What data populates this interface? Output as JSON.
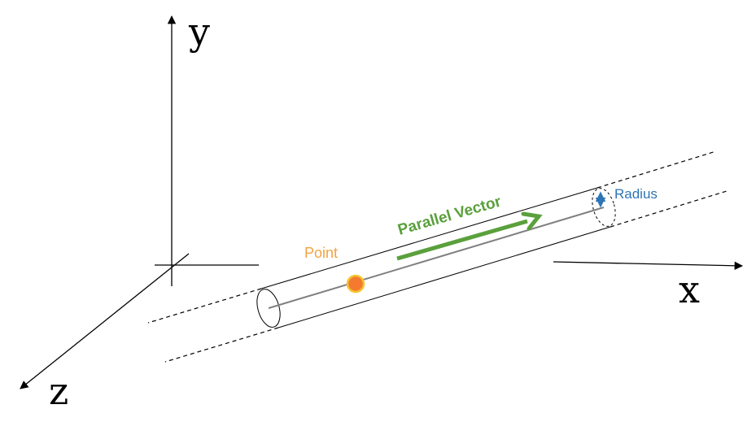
{
  "axes": {
    "y_label": "y",
    "x_label": "x",
    "z_label": "z"
  },
  "labels": {
    "point": "Point",
    "parallel_vector": "Parallel Vector",
    "radius": "Radius"
  },
  "colors": {
    "axis": "#000000",
    "point_text": "#f4a340",
    "point_fill": "#f47a30",
    "point_ring": "#f5c430",
    "vector": "#5aa03c",
    "radius": "#2e75b6",
    "cylinder": "#000000",
    "center_line": "#808080"
  }
}
